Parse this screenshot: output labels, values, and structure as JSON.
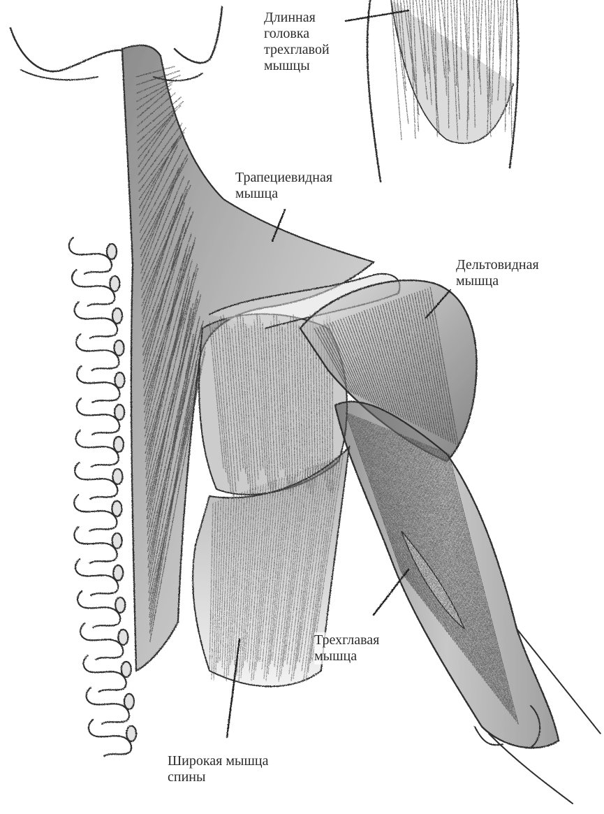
{
  "figure": {
    "labels": {
      "triceps_long_head": [
        "Длинная",
        "головка",
        "трехглавой",
        "мышцы"
      ],
      "trapezius": [
        "Трапециевидная",
        "мышца"
      ],
      "deltoid": [
        "Дельтовидная",
        "мышца"
      ],
      "triceps": [
        "Трехглавая",
        "мышца"
      ],
      "latissimus": [
        "Широкая мышца",
        "спины"
      ]
    },
    "colors": {
      "paper": "#ffffff",
      "ink": "#2b2b2b",
      "shade_dark": "#3a3a3a",
      "shade_mid": "#7a7a7a",
      "shade_light": "#c8c8c8"
    }
  }
}
